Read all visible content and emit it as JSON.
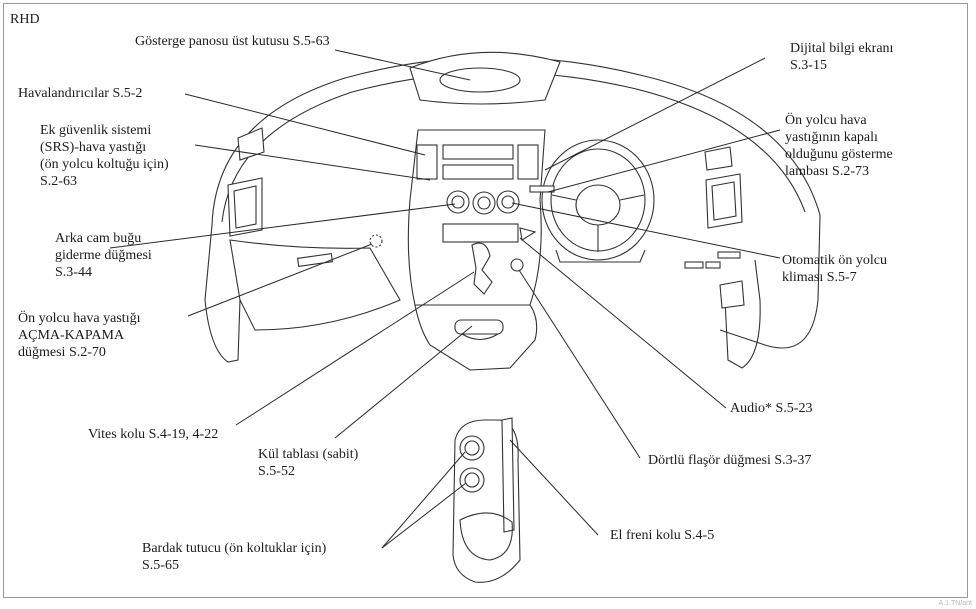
{
  "region": "RHD",
  "labels": {
    "instrument_top": "Gösterge panosu üst kutusu S.5-63",
    "digital_display": [
      "Dijital bilgi ekranı",
      "S.3-15"
    ],
    "vents": "Havalandırıcılar S.5-2",
    "srs_airbag": [
      "Ek güvenlik sistemi",
      "(SRS)-hava yastığı",
      "(ön yolcu koltuğu için)",
      "S.2-63"
    ],
    "airbag_off_lamp": [
      "Ön yolcu hava",
      "yastığının kapalı",
      "olduğunu gösterme",
      "lambası S.2-73"
    ],
    "rear_defogger": [
      "Arka cam buğu",
      "giderme düğmesi",
      "S.3-44"
    ],
    "auto_climate": [
      "Otomatik ön yolcu",
      "kliması S.5-7"
    ],
    "airbag_switch": [
      "Ön yolcu hava yastığı",
      "AÇMA-KAPAMA",
      "düğmesi S.2-70"
    ],
    "audio": "Audio* S.5-23",
    "shift_lever": "Vites kolu S.4-19, 4-22",
    "ashtray": [
      "Kül tablası (sabit)",
      "S.5-52"
    ],
    "hazard": "Dörtlü flaşör düğmesi S.3-37",
    "parking_brake": "El freni kolu S.4-5",
    "cup_holder": [
      "Bardak tutucu (ön koltuklar için)",
      "S.5-65"
    ]
  },
  "watermark": "A.1.TN/ant"
}
